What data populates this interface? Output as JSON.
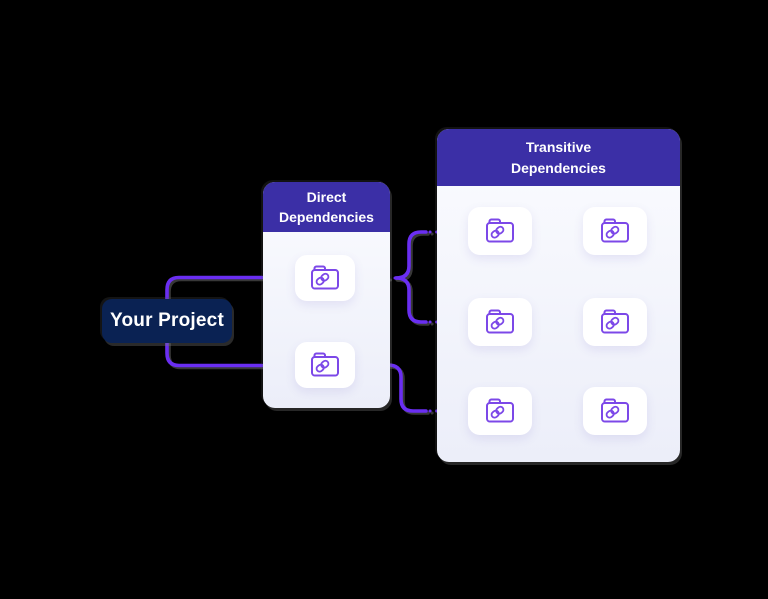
{
  "diagram": {
    "project": {
      "label": "Your Project"
    },
    "direct_panel": {
      "title": "Direct Dependencies",
      "node_count": 2,
      "nodes": [
        {
          "icon": "folder-link-icon"
        },
        {
          "icon": "folder-link-icon"
        }
      ]
    },
    "transitive_panel": {
      "title": "Transitive Dependencies",
      "node_count": 6,
      "nodes": [
        {
          "icon": "folder-link-icon"
        },
        {
          "icon": "folder-link-icon"
        },
        {
          "icon": "folder-link-icon"
        },
        {
          "icon": "folder-link-icon"
        },
        {
          "icon": "folder-link-icon"
        },
        {
          "icon": "folder-link-icon"
        }
      ]
    },
    "edges": [
      "project -> direct-1",
      "project -> direct-2",
      "direct-1 -> transitive-left-1",
      "direct-1 -> transitive-left-2",
      "direct-2 -> transitive-left-3",
      "transitive-left-1 -> transitive-right-1",
      "transitive-left-2 -> transitive-right-2",
      "transitive-left-2 -> transitive-right-3"
    ],
    "colors": {
      "background": "#000000",
      "project_box": "#0A2253",
      "panel_header": "#3B2FA6",
      "panel_body_top": "#FBFCFF",
      "panel_body_bottom": "#ECEEF9",
      "node_card": "#FFFFFF",
      "connector": "#6A2EF2",
      "folder_stroke": "#7C48E8",
      "text_on_dark": "#FFFFFF"
    },
    "icons": {
      "folder_link": "folder-link-icon"
    }
  }
}
